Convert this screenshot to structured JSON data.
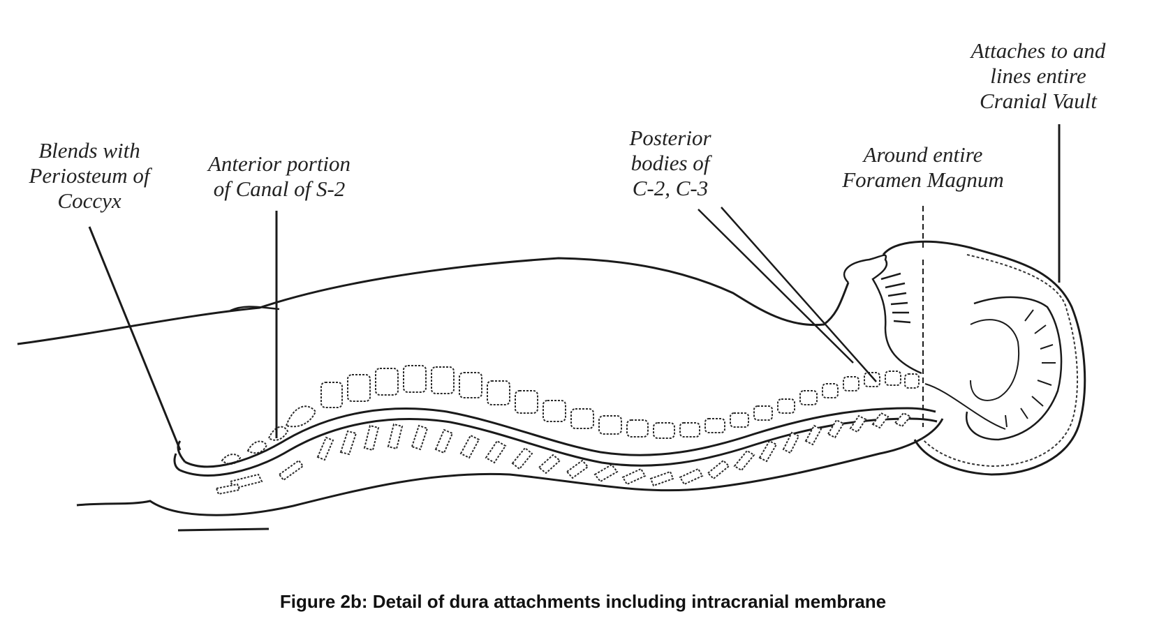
{
  "figure": {
    "caption": "Figure 2b: Detail of dura attachments including intracranial membrane"
  },
  "labels": {
    "coccyx": [
      "Blends with",
      "Periosteum of",
      "Coccyx"
    ],
    "s2": [
      "Anterior portion",
      "of Canal of S-2"
    ],
    "c2c3": [
      "Posterior",
      "bodies of",
      "C-2, C-3"
    ],
    "foramen": [
      "Around entire",
      "Foramen Magnum"
    ],
    "vault": [
      "Attaches to and",
      "lines entire",
      "Cranial Vault"
    ]
  },
  "colors": {
    "ink": "#1a1a1a",
    "paper": "#ffffff"
  }
}
